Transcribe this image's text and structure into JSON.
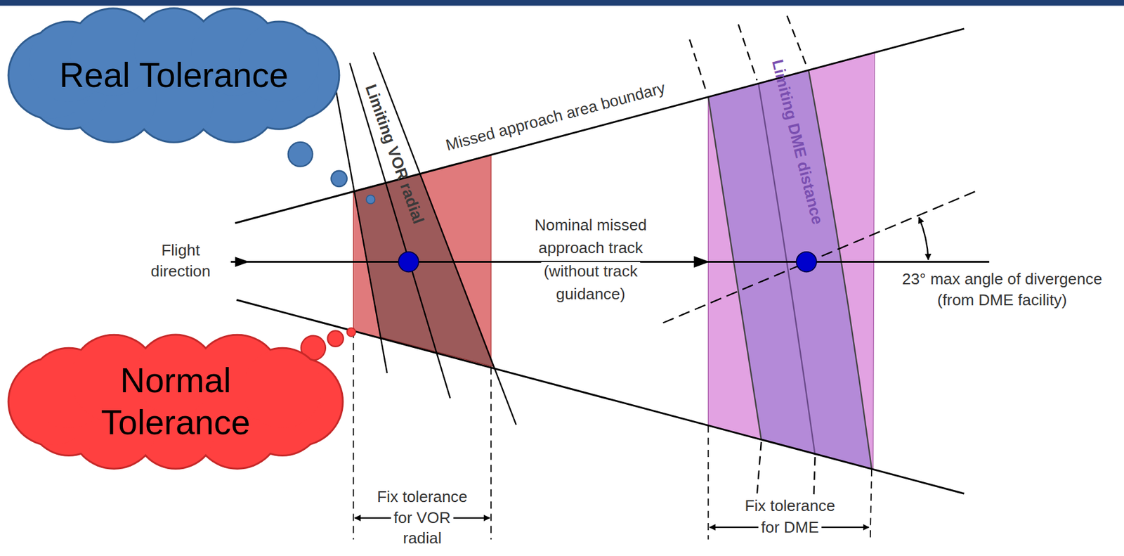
{
  "diagram": {
    "nodes": [
      {
        "text": [
          "Real Tolerance"
        ]
      },
      {
        "text": [
          "Normal Tolerance"
        ]
      }
    ],
    "labels": [
      "Missed approach area boundary",
      "Limiting VOR radial",
      "Limiting DME distance",
      "Flight direction",
      "Nominal missed approach track (without track guidance)",
      "23° max angle of divergence (from DME facility)",
      "Fix tolerance for VOR radial",
      "Fix tolerance for DME"
    ]
  }
}
